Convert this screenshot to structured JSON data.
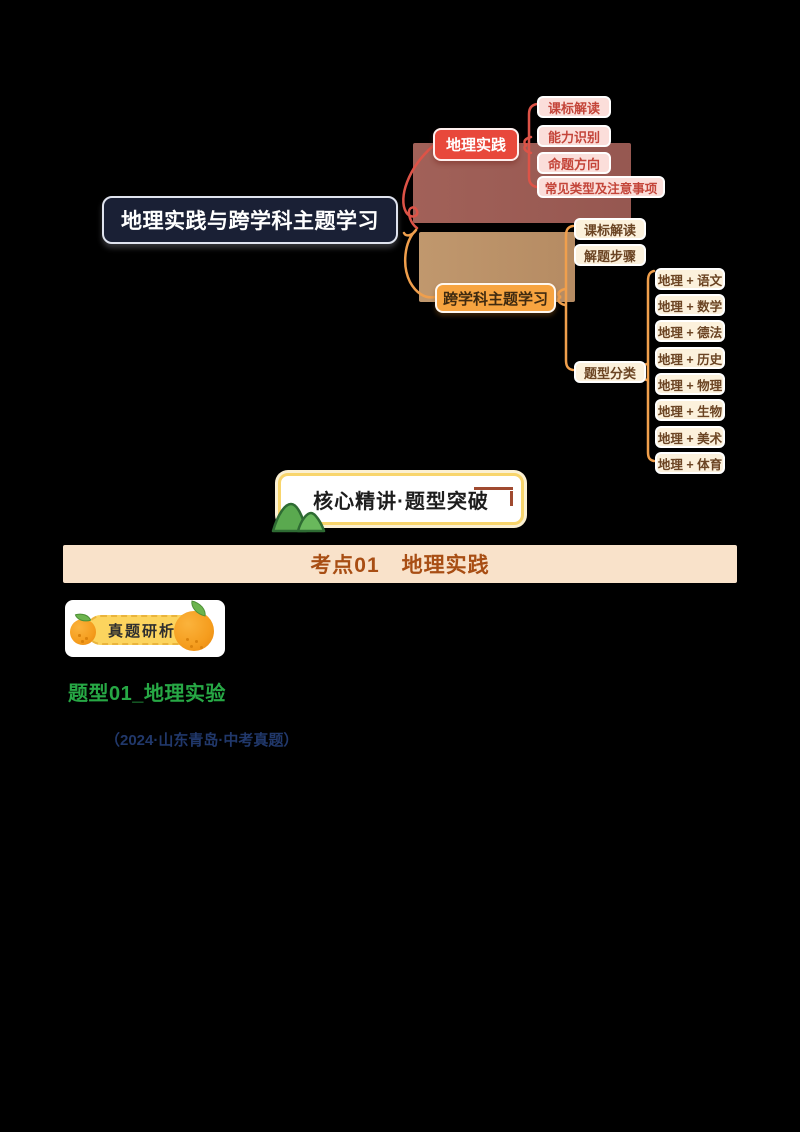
{
  "mindmap": {
    "root": {
      "label": "地理实践与跨学科主题学习"
    },
    "practice": {
      "label": "地理实践",
      "children": [
        "课标解读",
        "能力识别",
        "命题方向",
        "常见类型及注意事项"
      ]
    },
    "cross": {
      "label": "跨学科主题学习",
      "children": [
        "课标解读",
        "解题步骤"
      ],
      "types": {
        "label": "题型分类",
        "children": [
          "地理 + 语文",
          "地理 + 数学",
          "地理 + 德法",
          "地理 + 历史",
          "地理 + 物理",
          "地理 + 生物",
          "地理 + 美术",
          "地理 + 体育"
        ]
      }
    }
  },
  "section": {
    "title": "核心精讲·题型突破"
  },
  "banner": {
    "title": "考点01　地理实践"
  },
  "badge": {
    "label": "真题研析"
  },
  "exam": {
    "heading": "题型01_地理实验",
    "source": "（2024·山东青岛·中考真题）"
  },
  "colors": {
    "background": "#000000",
    "root_node": "#1a2035",
    "practice_red": "#e8483b",
    "cross_orange": "#f7a440",
    "band_rose": "#a8655c",
    "band_tan": "#c89e72",
    "banner_bg": "#f9e2ca",
    "banner_text": "#a84e14",
    "section_border": "#f8d56c",
    "pill_yellow": "#fcd45e",
    "heading_green": "#27a845",
    "source_blue": "#21386b"
  }
}
